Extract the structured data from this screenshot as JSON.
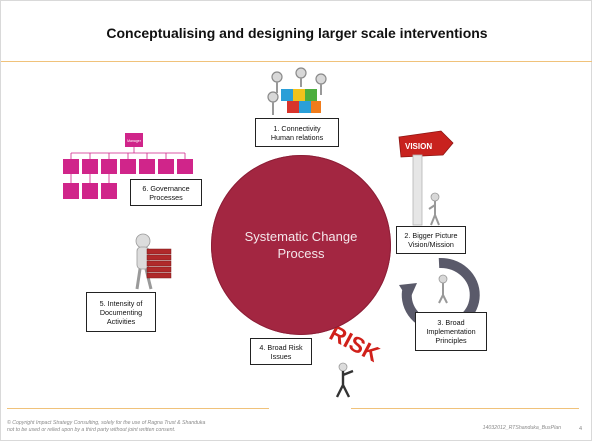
{
  "slide": {
    "title": "Conceptualising and designing larger scale interventions",
    "center": "Systematic Change Process",
    "items": [
      {
        "label": "1. Connectivity\nHuman relations"
      },
      {
        "label": "2. Bigger Picture\nVision/Mission"
      },
      {
        "label": "3. Broad\nImplementation\nPrinciples"
      },
      {
        "label": "4. Broad Risk\nIssues"
      },
      {
        "label": "5. Intensity of\nDocumenting\nActivities"
      },
      {
        "label": "6. Governance\nProcesses"
      }
    ],
    "vision_sign": "VISION",
    "risk_word": "RISK",
    "org_chart_top": "Manager"
  },
  "footer": {
    "copyright": "© Copyright Impact Strategy Consulting, solely for the use of Ragna Trust & Shanduka\nnot to be used or relied upon by a third party without joint written consent.",
    "doc_ref": "14032012_RTShanduka_BusPlan",
    "page": "4"
  },
  "colors": {
    "circle": "#a32641",
    "accent_rule": "#f0c27a",
    "org_chart": "#d0258a"
  },
  "icons": [
    "puzzle-team-icon",
    "vision-signpost-icon",
    "cycle-arrow-icon",
    "risk-letters-icon",
    "person-carrying-books-icon",
    "org-chart-icon"
  ]
}
